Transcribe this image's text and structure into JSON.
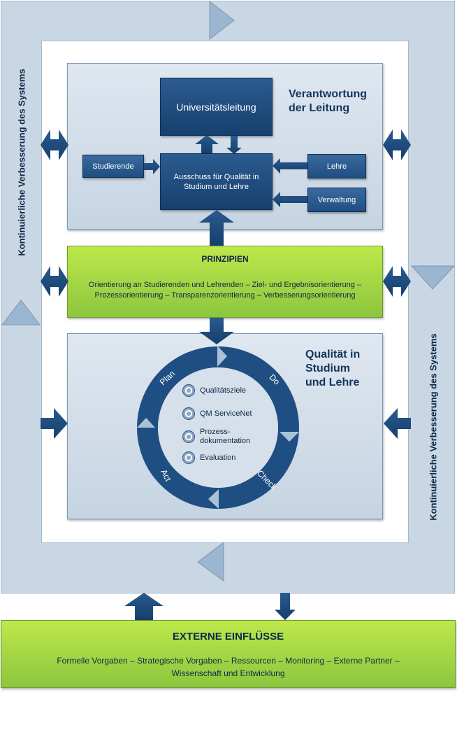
{
  "sides": {
    "left_label": "Kontinuierliche Verbesserung des Systems",
    "right_label": "Kontinuierliche Verbesserung des Systems"
  },
  "leadership": {
    "title_line1": "Verantwortung",
    "title_line2": "der Leitung",
    "universitaetsleitung": "Universitätsleitung",
    "studierende": "Studierende",
    "ausschuss_line1": "Ausschuss für Qualität in",
    "ausschuss_line2": "Studium und Lehre",
    "lehre": "Lehre",
    "verwaltung": "Verwaltung"
  },
  "principles": {
    "title": "PRINZIPIEN",
    "line1": "Orientierung an Studierenden und Lehrenden – Ziel- und Ergebnisorientierung –",
    "line2": "Prozessorientierung – Transparenzorientierung – Verbesserungsorientierung"
  },
  "quality": {
    "title_line1": "Qualität in",
    "title_line2": "Studium",
    "title_line3": "und Lehre",
    "cycle": {
      "plan": "Plan",
      "do": "Do",
      "check": "Check",
      "act": "Act"
    },
    "items": {
      "ziele": "Qualitätsziele",
      "servicenet": "QM ServiceNet",
      "prozess_line1": "Prozess-",
      "prozess_line2": "dokumentation",
      "evaluation": "Evaluation"
    }
  },
  "external": {
    "title": "EXTERNE EINFLÜSSE",
    "line1": "Formelle Vorgaben – Strategische Vorgaben – Ressourcen – Monitoring – Externe Partner –",
    "line2": "Wissenschaft und Entwicklung"
  },
  "colors": {
    "dark_blue": "#1f4f82",
    "frame": "#c9d7e4",
    "green": "#9fd33f",
    "triangle": "#8fb0cd"
  }
}
